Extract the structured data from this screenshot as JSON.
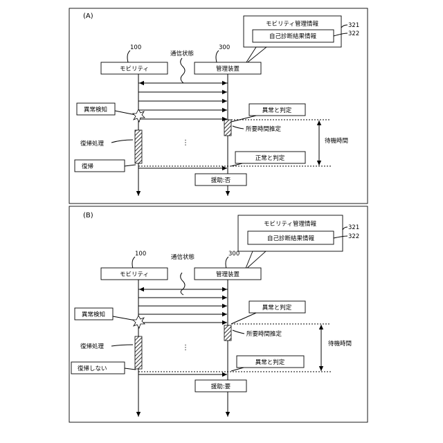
{
  "panels": [
    {
      "label": "(A)",
      "mobility_ref": "100",
      "server_ref": "300",
      "mobility_label": "モビリティ",
      "server_label": "管理装置",
      "comm_label": "通信状態",
      "info_label": "モビリティ管理情報",
      "diag_label": "自己診断結果情報",
      "ref_info": "321",
      "ref_diag": "322",
      "detect_label": "異常検知",
      "recovery_label": "復帰処理",
      "result_label": "復帰",
      "judge1_label": "異常と判定",
      "estimate_label": "所要時間推定",
      "judge2_label": "正常と判定",
      "wait_label": "待機時間",
      "assist_label": "援助:否",
      "ellipsis": "⋮"
    },
    {
      "label": "(B)",
      "mobility_ref": "100",
      "server_ref": "300",
      "mobility_label": "モビリティ",
      "server_label": "管理装置",
      "comm_label": "通信状態",
      "info_label": "モビリティ管理情報",
      "diag_label": "自己診断結果情報",
      "ref_info": "321",
      "ref_diag": "322",
      "detect_label": "異常検知",
      "recovery_label": "復帰処理",
      "result_label": "復帰しない",
      "judge1_label": "異常と判定",
      "estimate_label": "所要時間推定",
      "judge2_label": "異常と判定",
      "wait_label": "待機時間",
      "assist_label": "援助:要",
      "ellipsis": "⋮"
    }
  ]
}
